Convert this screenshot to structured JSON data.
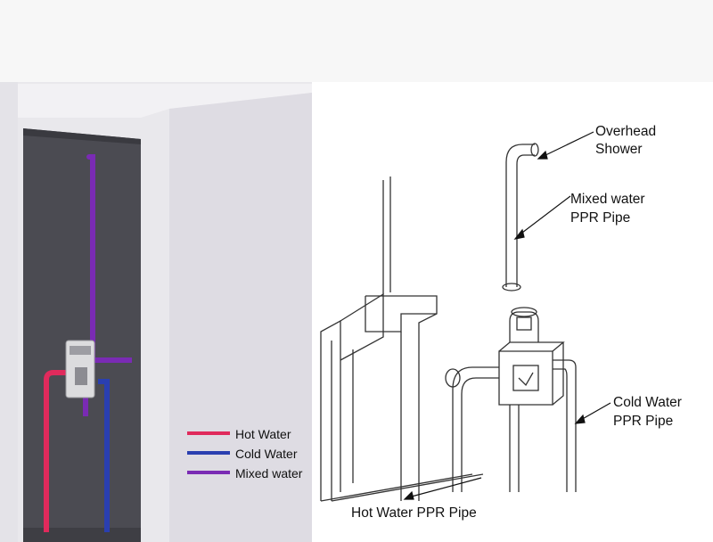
{
  "legend": {
    "hot": {
      "label": "Hot Water",
      "color": "#e02a5c"
    },
    "cold": {
      "label": "Cold Water",
      "color": "#2a3fb0"
    },
    "mixed": {
      "label": "Mixed water",
      "color": "#7a2bb4"
    }
  },
  "callouts": {
    "overhead_line1": "Overhead",
    "overhead_line2": "Shower",
    "mixed_line1": "Mixed water",
    "mixed_line2": "PPR Pipe",
    "cold_line1": "Cold Water",
    "cold_line2": "PPR Pipe",
    "hot": "Hot Water PPR Pipe"
  }
}
